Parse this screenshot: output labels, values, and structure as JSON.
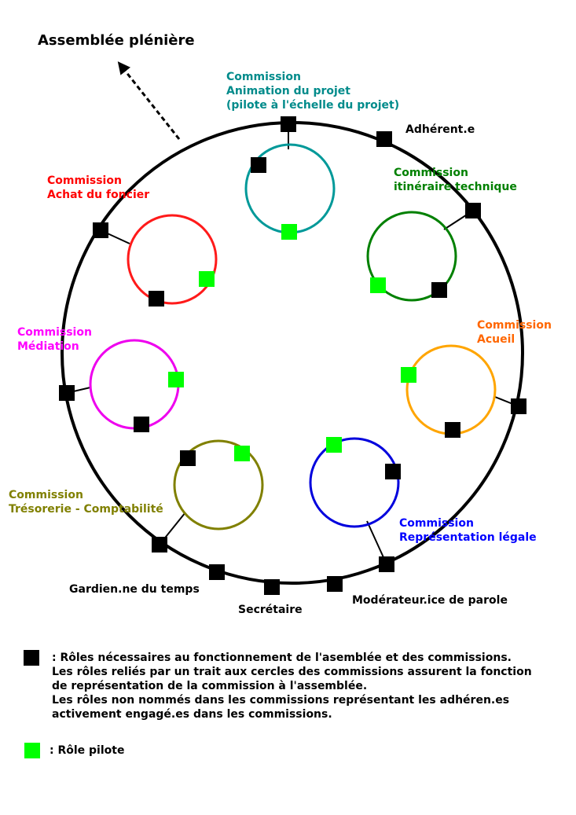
{
  "assembly": {
    "title": "Assemblée plénière"
  },
  "outer_roles": {
    "adherent": "Adhérent.e",
    "gardien": "Gardien.ne du temps",
    "secretaire": "Secrétaire",
    "moderateur": "Modérateur.ice de parole"
  },
  "commissions": {
    "animation": {
      "line1": "Commission",
      "line2": "Animation du projet",
      "line3": "(pilote à l'échelle du projet)",
      "color": "#008b8b",
      "ring": "#009999"
    },
    "itineraire": {
      "line1": "Commission",
      "line2": "itinéraire technique",
      "color": "#008000",
      "ring": "#008000"
    },
    "achat": {
      "line1": "Commission",
      "line2": "Achat du foncier",
      "color": "#ff0000",
      "ring": "#ff1a1a"
    },
    "mediation": {
      "line1": "Commission",
      "line2": "Médiation",
      "color": "#ff00ff",
      "ring": "#ee00ee"
    },
    "accueil": {
      "line1": "Commission",
      "line2": "Acueil",
      "color": "#ff6600",
      "ring": "#ffa500"
    },
    "tresorerie": {
      "line1": "Commission",
      "line2": "Trésorerie - Comptabilité",
      "color": "#808000",
      "ring": "#808000"
    },
    "representation": {
      "line1": "Commission",
      "line2": "Représentation légale",
      "color": "#0000ff",
      "ring": "#0000dd"
    }
  },
  "legend": {
    "black_line1": ": Rôles nécessaires au fonctionnement de l'asemblée et des commissions.",
    "black_line2": "Les rôles reliés par un trait aux cercles des commissions assurent la fonction",
    "black_line3": "de représentation de la commission à l'assemblée.",
    "black_line4": "Les rôles non nommés dans les commissions représentant les adhéren.es",
    "black_line5": "activement engagé.es dans les commissions.",
    "green": ": Rôle pilote"
  },
  "colors": {
    "role": "#000000",
    "pilot": "#00ff00"
  }
}
